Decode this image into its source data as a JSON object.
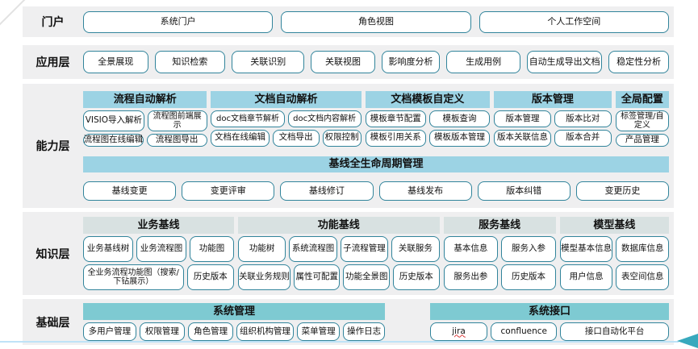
{
  "colors": {
    "band_background": "#efeff0",
    "capability_header": "#9cd3e4",
    "knowledge_header": "#d8e1e1",
    "foundation_header": "#7ecad2",
    "box_border": "#31849b",
    "bottom_line": "#bfe3f7",
    "bottom_arrow": "#38a9bd"
  },
  "portal": {
    "label": "门户",
    "buttons": [
      "系统门户",
      "角色视图",
      "个人工作空间"
    ]
  },
  "application": {
    "label": "应用层",
    "buttons": [
      "全景展现",
      "知识检索",
      "关联识别",
      "关联视图",
      "影响度分析",
      "生成用例",
      "自动生成导出文档",
      "稳定性分析"
    ]
  },
  "capability": {
    "label": "能力层",
    "groups": [
      {
        "header": "流程自动解析",
        "row1": [
          "VISIO导入解析",
          "流程图前端展示"
        ],
        "row2": [
          "流程图在线编辑",
          "流程图导出"
        ]
      },
      {
        "header": "文档自动解析",
        "row1": [
          "doc文档章节解析",
          "doc文档内容解析"
        ],
        "row2": [
          "文档在线编辑",
          "文档导出",
          "权限控制"
        ]
      },
      {
        "header": "文档模板自定义",
        "row1": [
          "模板章节配置",
          "模板查询"
        ],
        "row2": [
          "模板引用关系",
          "模板版本管理"
        ]
      },
      {
        "header": "版本管理",
        "row1": [
          "版本管理",
          "版本比对"
        ],
        "row2": [
          "版本关联信息",
          "版本合并"
        ]
      },
      {
        "header": "全局配置",
        "row1": [
          "标签管理/自定义"
        ],
        "row2": [
          "产品管理"
        ]
      }
    ],
    "baseline": {
      "header": "基线全生命周期管理",
      "buttons": [
        "基线变更",
        "变更评审",
        "基线修订",
        "基线发布",
        "版本纠错",
        "变更历史"
      ]
    }
  },
  "knowledge": {
    "label": "知识层",
    "groups": [
      {
        "header": "业务基线",
        "row1": [
          "业务基线树",
          "业务流程图",
          "功能图"
        ],
        "row2": [
          "全业务流程功能图（搜索/下钻展示）",
          "历史版本"
        ]
      },
      {
        "header": "功能基线",
        "row1": [
          "功能树",
          "系统流程图",
          "子流程管理",
          "关联服务"
        ],
        "row2": [
          "关联业务规则",
          "属性可配置",
          "功能全景图",
          "历史版本"
        ]
      },
      {
        "header": "服务基线",
        "row1": [
          "基本信息",
          "服务入参"
        ],
        "row2": [
          "服务出参",
          "历史版本"
        ]
      },
      {
        "header": "模型基线",
        "row1": [
          "模型基本信息",
          "数据库信息"
        ],
        "row2": [
          "用户信息",
          "表空间信息"
        ]
      }
    ]
  },
  "foundation": {
    "label": "基础层",
    "groups": [
      {
        "header": "系统管理",
        "row1": [
          "多用户管理",
          "权限管理",
          "角色管理",
          "组织机构管理",
          "菜单管理",
          "操作日志"
        ]
      },
      {
        "header": "系统接口",
        "row1": [
          "jira",
          "confluence",
          "接口自动化平台"
        ]
      }
    ]
  }
}
